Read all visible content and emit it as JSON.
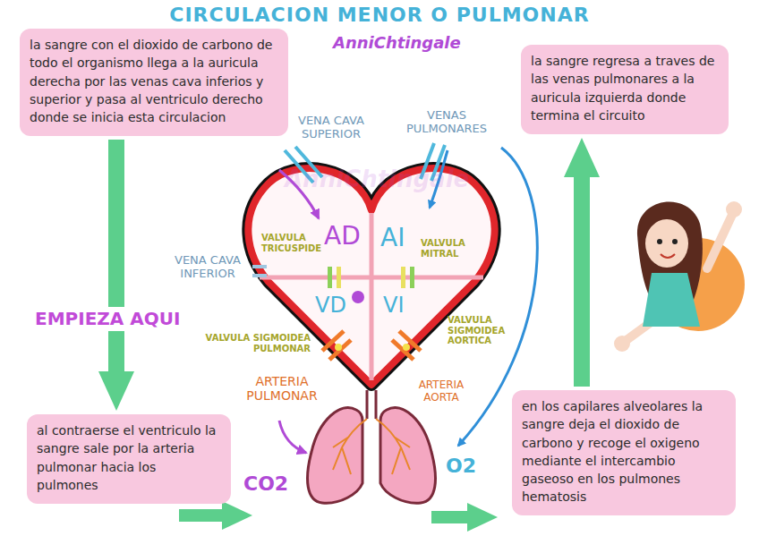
{
  "diagram": {
    "title": "CIRCULACION MENOR O PULMONAR",
    "nodes": [
      {
        "text": [
          "la sangre con el dioxido de carbono de todo el organismo llega a la auricula derecha por las venas cava inferios y superior y pasa al ventriculo derecho donde se inicia esta circulacion"
        ]
      },
      {
        "text": [
          "la sangre regresa a traves de las venas pulmonares a la auricula izquierda donde termina el circuito"
        ]
      },
      {
        "text": [
          "al contraerse el ventriculo la sangre sale por la arteria pulmonar hacia los pulmones"
        ]
      },
      {
        "text": [
          "en los capilares alveolares la sangre deja el dioxido de carbono y recoge el oxigeno mediante el intercambio gaseoso en los pulmones hematosis"
        ]
      }
    ],
    "edges": [
      {
        "from": 0,
        "to": 2,
        "arrow": "to"
      },
      {
        "from": 3,
        "to": 1,
        "arrow": "to"
      }
    ],
    "labels": [
      "AnniChtingale",
      "EMPIEZA AQUI",
      "VENA CAVA SUPERIOR",
      "VENAS PULMONARES",
      "VENA CAVA INFERIOR",
      "VALVULA TRICUSPIDE",
      "AD",
      "AI",
      "VALVULA MITRAL",
      "VD",
      "VI",
      "VALVULA SIGMOIDEA PULMONAR",
      "VALVULA SIGMOIDEA AORTICA",
      "ARTERIA PULMONAR",
      "ARTERIA AORTA",
      "CO2",
      "O2",
      "AnniChtingale"
    ]
  }
}
